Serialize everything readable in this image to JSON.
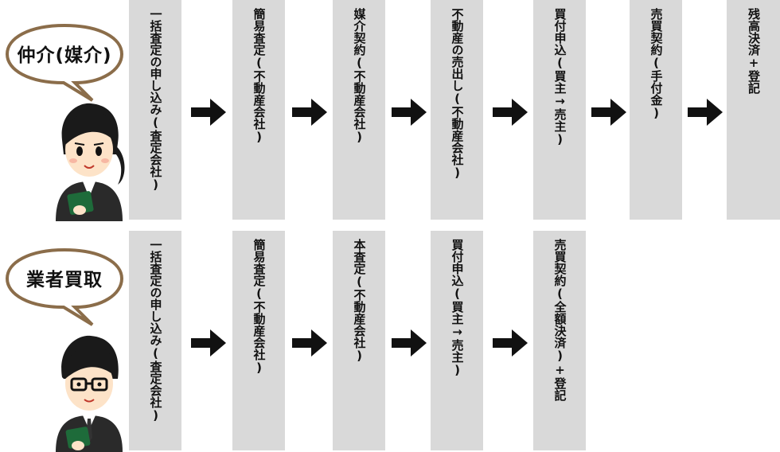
{
  "rows": [
    {
      "label": "仲介(媒介)",
      "steps": [
        "一括査定の申し込み(査定会社)",
        "簡易査定(不動産会社)",
        "媒介契約(不動産会社)",
        "不動産の売出し(不動産会社)",
        "買付申込(買主→売主)",
        "売買契約(手付金)",
        "残高決済+登記"
      ]
    },
    {
      "label": "業者買取",
      "steps": [
        "一括査定の申し込み(査定会社)",
        "簡易査定(不動産会社)",
        "本査定(不動産会社)",
        "買付申込(買主→売主)",
        "売買契約(全額決済)+登記"
      ]
    }
  ],
  "colors": {
    "box": "#d9d9d9",
    "arrow": "#111111",
    "bubble_border": "#8b6d4a"
  },
  "icons": {
    "person_1": "woman-agent-icon",
    "person_2": "man-with-glasses-icon",
    "arrow": "right-arrow-icon"
  }
}
